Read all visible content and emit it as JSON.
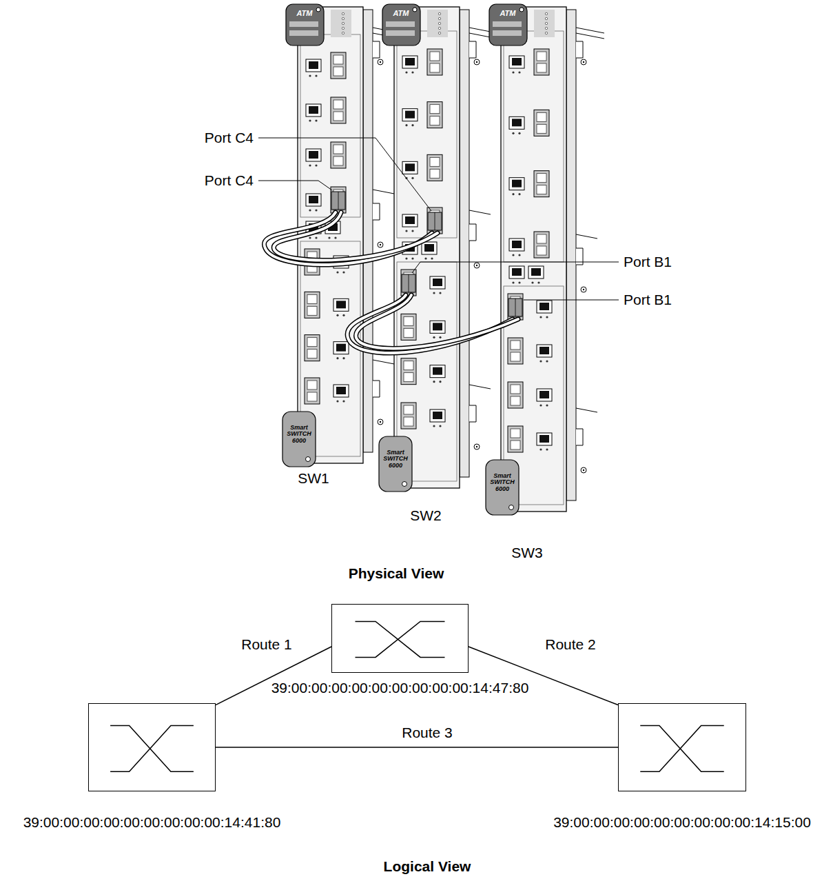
{
  "diagram": {
    "nodes": [
      {
        "text": [
          "39:00:00:00:00:00:00:00:00:00:14:47:80"
        ]
      },
      {
        "text": [
          "39:00:00:00:00:00:00:00:00:00:14:41:80"
        ]
      },
      {
        "text": [
          "39:00:00:00:00:00:00:00:00:00:14:15:00"
        ]
      }
    ],
    "edges": [
      {
        "from": 1,
        "to": 0,
        "arrow": "none",
        "label": "Route 1"
      },
      {
        "from": 0,
        "to": 2,
        "arrow": "none",
        "label": "Route 2"
      },
      {
        "from": 1,
        "to": 2,
        "arrow": "none",
        "label": "Route 3"
      }
    ],
    "labels": [
      "ATM",
      "ATM",
      "ATM",
      "Port C4",
      "Port C4",
      "Port B1",
      "Port B1",
      "Smart SWITCH 6000",
      "Smart SWITCH 6000",
      "Smart SWITCH 6000",
      "SW1",
      "SW2",
      "SW3",
      "Physical View",
      "Logical View"
    ]
  }
}
